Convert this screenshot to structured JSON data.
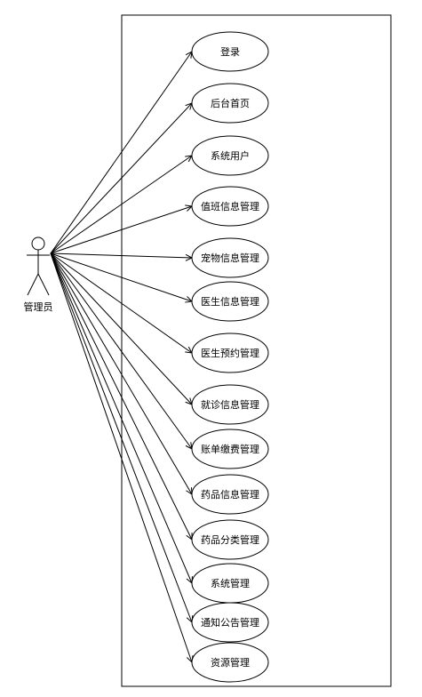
{
  "actor": {
    "name": "管理员"
  },
  "use_cases": [
    {
      "label": "登录"
    },
    {
      "label": "后台首页"
    },
    {
      "label": "系统用户"
    },
    {
      "label": "值班信息管理"
    },
    {
      "label": "宠物信息管理"
    },
    {
      "label": "医生信息管理"
    },
    {
      "label": "医生预约管理"
    },
    {
      "label": "就诊信息管理"
    },
    {
      "label": "账单缴费管理"
    },
    {
      "label": "药品信息管理"
    },
    {
      "label": "药品分类管理"
    },
    {
      "label": "系统管理"
    },
    {
      "label": "通知公告管理"
    },
    {
      "label": "资源管理"
    }
  ],
  "colors": {
    "stroke": "#000000",
    "fill": "#ffffff"
  }
}
